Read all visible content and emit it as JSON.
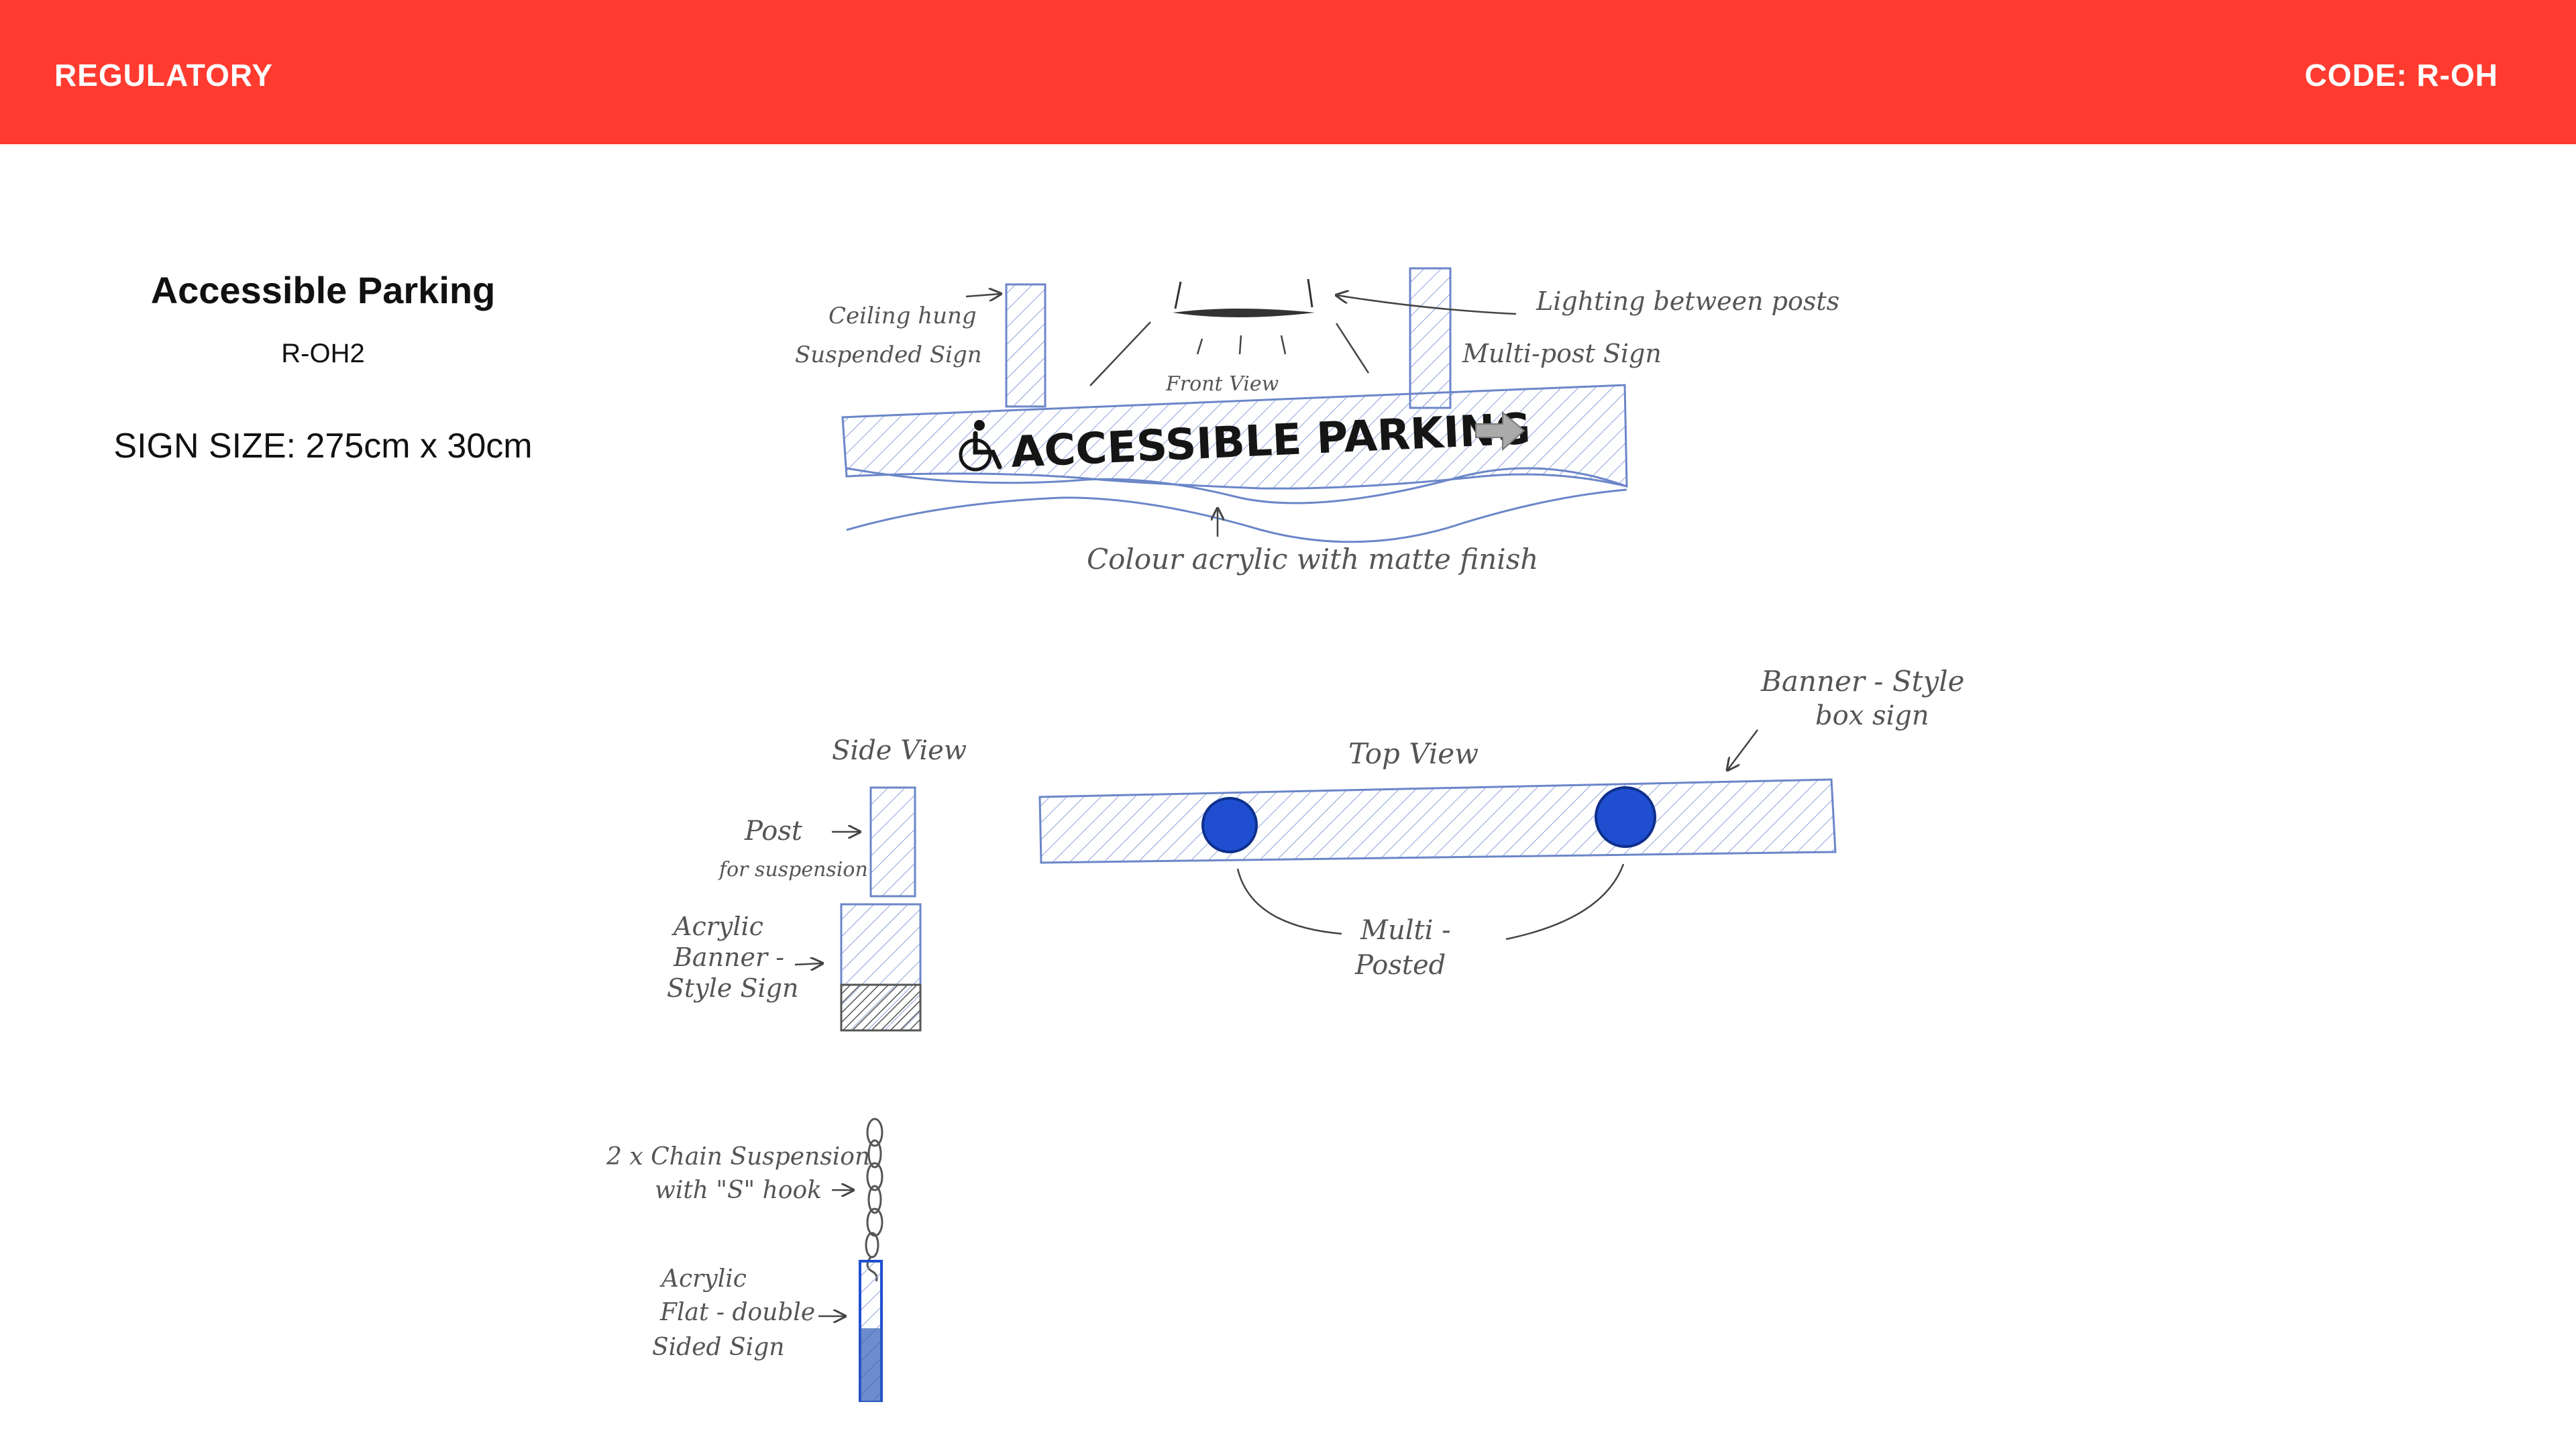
{
  "header": {
    "category": "REGULATORY",
    "code": "CODE: R-OH",
    "color": "#ff3b30"
  },
  "sign": {
    "title": "Accessible Parking",
    "id": "R-OH2",
    "size": "SIGN SIZE: 275cm x 30cm"
  },
  "sketch": {
    "front_view": {
      "label": "Front View",
      "sign_text": "ACCESSIBLE PARKING",
      "notes": {
        "ceiling_hung": "Ceiling hung",
        "suspended_sign": "Suspended Sign",
        "lighting": "Lighting between posts",
        "multi_post": "Multi-post Sign",
        "acrylic_finish": "Colour acrylic with matte finish"
      },
      "icons": [
        "wheelchair-icon",
        "arrow-right-icon"
      ]
    },
    "side_view": {
      "label": "Side View",
      "post_line1": "Post",
      "post_line2": "for suspension",
      "banner_line1": "Acrylic",
      "banner_line2": "Banner -",
      "banner_line3": "Style Sign"
    },
    "top_view": {
      "label": "Top View",
      "banner_box_line1": "Banner - Style",
      "banner_box_line2": "box sign",
      "multi_line1": "Multi -",
      "multi_line2": "Posted"
    },
    "chain_view": {
      "chain_line1": "2 x Chain Suspension",
      "chain_line2": "with \"S\" hook",
      "flat_line1": "Acrylic",
      "flat_line2": "Flat - double",
      "flat_line3": "Sided Sign"
    },
    "colors": {
      "pencil_blue": "#6b86c8",
      "post_blue": "#1f4fd0",
      "ink": "#222222"
    }
  }
}
